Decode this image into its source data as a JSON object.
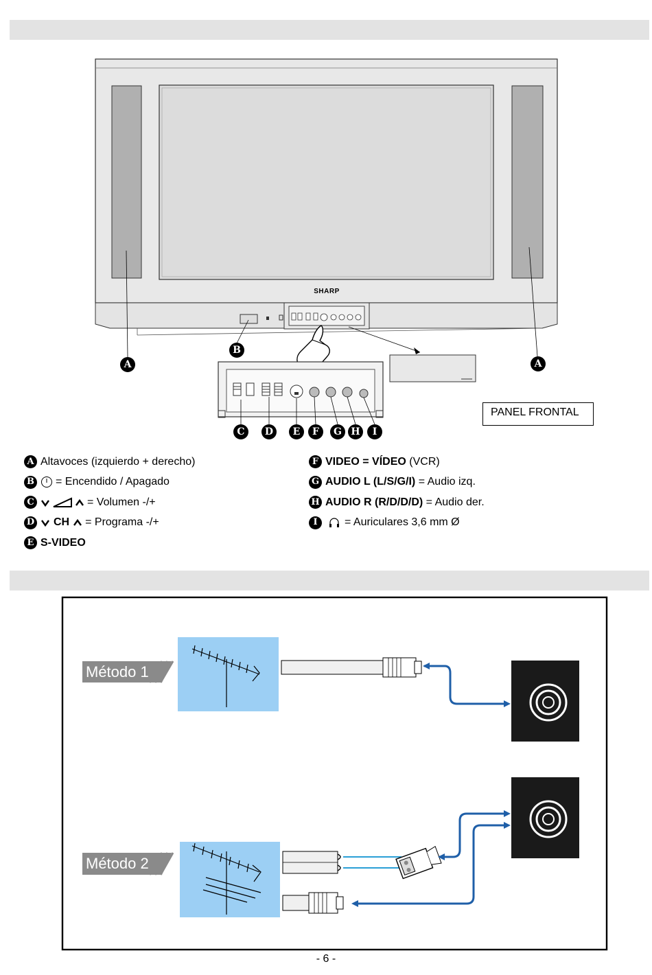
{
  "tv": {
    "brand": "SHARP",
    "panel_label": "PANEL FRONTAL",
    "callouts": [
      "A",
      "B",
      "C",
      "D",
      "E",
      "F",
      "G",
      "H",
      "I"
    ]
  },
  "legend": {
    "a": {
      "letter": "A",
      "text": "Altavoces (izquierdo + derecho)"
    },
    "b": {
      "letter": "B",
      "text": "= Encendido / Apagado"
    },
    "c": {
      "letter": "C",
      "text": "= Volumen -/+"
    },
    "d": {
      "letter": "D",
      "label": "CH",
      "text": "= Programa -/+"
    },
    "e": {
      "letter": "E",
      "label": "S-VIDEO"
    },
    "f": {
      "letter": "F",
      "label": "VIDEO = VÍDEO",
      "text": "(VCR)"
    },
    "g": {
      "letter": "G",
      "label": "AUDIO L (L/S/G/I)",
      "text": "= Audio izq."
    },
    "h": {
      "letter": "H",
      "label": "AUDIO R (R/D/D/D)",
      "text": "= Audio der."
    },
    "i": {
      "letter": "I",
      "text": "= Auriculares 3,6 mm Ø"
    }
  },
  "antenna": {
    "method1": "Método 1",
    "method2": "Método 2"
  },
  "page_number": "- 6 -",
  "colors": {
    "header_bar": "#e3e3e3",
    "sky": "#9ccff4",
    "cable_blue": "#1f5fa8",
    "dark_panel": "#1a1a1a"
  }
}
